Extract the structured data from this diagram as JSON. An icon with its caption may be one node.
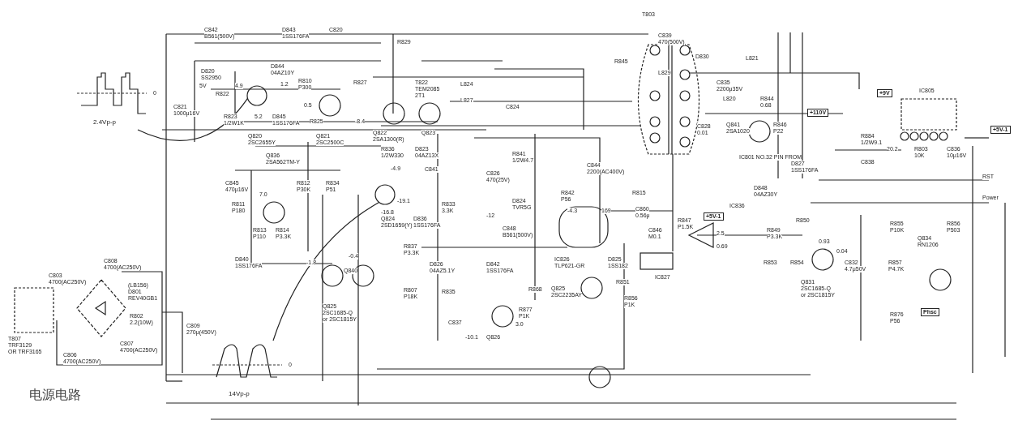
{
  "diagram": {
    "title": "电源电路",
    "nodes": [
      {
        "text": [
          "2.4Vp-p"
        ],
        "beside": [
          "0"
        ]
      },
      {
        "text": [
          "14Vp-p"
        ],
        "beside": [
          "0"
        ]
      },
      {
        "text": [],
        "shape": "circle"
      },
      {
        "text": [],
        "shape": "circle"
      }
    ],
    "edges": [
      {
        "from": 0,
        "to": 2,
        "arrow": "none"
      },
      {
        "from": 1,
        "to": 3,
        "arrow": "none"
      }
    ],
    "labels": [
      "C842",
      "B561(500V)",
      "D843",
      "1SS176FA",
      "C820",
      "R829",
      "D820",
      "SS2950",
      "D844",
      "04AZ10Y",
      "5V",
      "R822",
      "4.9",
      "1.2",
      "R810",
      "P300",
      "0.5",
      "C821",
      "1000μ16V",
      "R823",
      "1/2W1K",
      "5.2",
      "D845",
      "1SS176FA",
      "R825",
      "Q820",
      "2SC2655Y",
      "Q821",
      "2SC2500C",
      "Q836",
      "2SA562TM-Y",
      "C845",
      "470μ16V",
      "R812",
      "P30K",
      "7.0",
      "R811",
      "P180",
      "R834",
      "P51",
      "R813",
      "P110",
      "R814",
      "P3.3K",
      "D840",
      "1SS176FA",
      "-1.8",
      "Q840",
      "-0.4",
      "Q825",
      "2SC1685-Q",
      "or 2SC1815Y",
      "C808",
      "4700(AC250V)",
      "C803",
      "4700(AC250V)",
      "(LB156)",
      "D801",
      "REV40GB1",
      "R802",
      "2.2(10W)",
      "C809",
      "270μ(450V)",
      "T807",
      "TRF3129",
      "OR TRF3165",
      "C806",
      "4700(AC250V)",
      "C807",
      "4700(AC250V)",
      "R827",
      "-8.4",
      "Q822",
      "2SA1300(R)",
      "T822",
      "TEM2085",
      "2T1",
      "L824",
      "L827",
      "C824",
      "Q823",
      "R836",
      "1/2W330",
      "D823",
      "04AZ13X",
      "-4.9",
      "C841",
      "-19.1",
      "-16.8",
      "R833",
      "3.3K",
      "R841",
      "1/2W4.7",
      "C826",
      "470(25V)",
      "D824",
      "TVR5G",
      "C848",
      "B561(500V)",
      "-12",
      "Q824",
      "2SD1659(Y)",
      "D836",
      "1SS176FA",
      "R837",
      "P3.3K",
      "D826",
      "04AZ5.1Y",
      "D842",
      "1SS176FA",
      "R807",
      "P18K",
      "R835",
      "R868",
      "C837",
      "-10.1",
      "3.0",
      "R877",
      "P1K",
      "Q826",
      "T803",
      "R845",
      "C839",
      "470(500V)",
      "D830",
      "L829",
      "L821",
      "C835",
      "2200μ35V",
      "L820",
      "R844",
      "0.68",
      "Q841",
      "2SA1020",
      "R846",
      "P22",
      "IC801 NO.32 PIN FROM",
      "D827",
      "1SS176FA",
      "D848",
      "04AZ30Y",
      "C828",
      "0.01",
      "+110V",
      "+9V",
      "IC805",
      "R884",
      "1/2W9.1",
      "20.2",
      "C838",
      "R803",
      "10K",
      "C836",
      "10μ16V",
      "+5V-1",
      "RST",
      "Power",
      "C844",
      "2200(AC400V)",
      "R842",
      "P56",
      "R815",
      "-4.3",
      "169",
      "C860",
      "0.56μ",
      "C846",
      "M0.1",
      "IC836",
      "+5V-1",
      "R847",
      "P1.5K",
      "R849",
      "P3.3K",
      "R850",
      "2.5",
      "0.69",
      "R853",
      "R854",
      "0.93",
      "0.04",
      "Q831",
      "2SC1685-Q",
      "or 2SC1815Y",
      "IC826",
      "TLP621-GR",
      "D825",
      "1SS182",
      "Q825",
      "2SC2235AY",
      "R851",
      "R856",
      "P1K",
      "IC827",
      "R855",
      "P10K",
      "R856",
      "P503",
      "C832",
      "4.7μ50V",
      "R857",
      "P4.7K",
      "Q834",
      "RN1206",
      "R876",
      "P56",
      "Phsc"
    ]
  }
}
